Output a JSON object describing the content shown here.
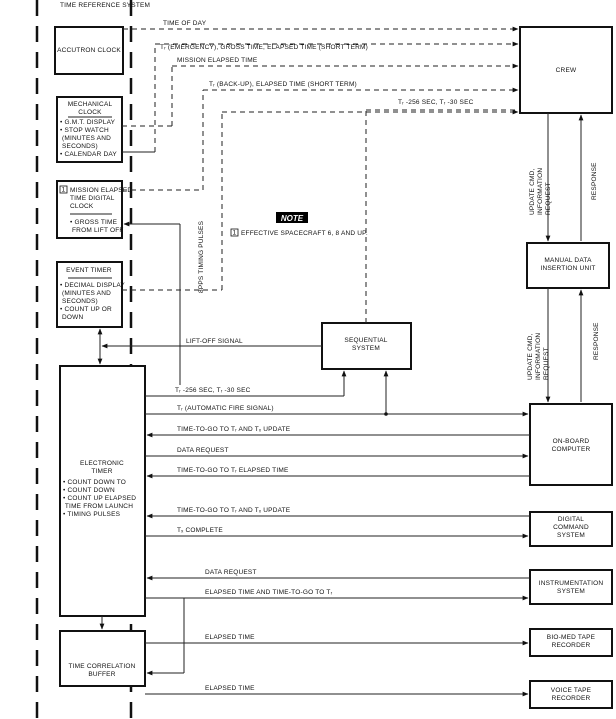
{
  "header": {
    "title": "TIME REFERENCE SYSTEM"
  },
  "boxes": {
    "accutron": [
      "ACCUTRON CLOCK"
    ],
    "mechanical_title": [
      "MECHANICAL",
      "CLOCK"
    ],
    "mechanical_items": [
      "•  G.M.T. DISPLAY",
      "•  STOP WATCH",
      "   (MINUTES AND",
      "   SECONDS)",
      "•  CALENDAR DAY"
    ],
    "met_marker": "1",
    "met_title": [
      "MISSION ELAPSED",
      "TIME DIGITAL",
      "CLOCK"
    ],
    "met_items": [
      "• GROSS TIME",
      "  FROM LIFT OFF"
    ],
    "event_title": [
      "EVENT TIMER"
    ],
    "event_items": [
      "•  DECIMAL DISPLAY",
      "   (MINUTES AND",
      "   SECONDS)",
      "•  COUNT UP OR",
      "   DOWN"
    ],
    "electronic_title": [
      "ELECTRONIC",
      "TIMER"
    ],
    "electronic_items": [
      "•  COUNT DOWN TO",
      "•  COUNT DOWN",
      "•  COUNT UP ELAPSED",
      "   TIME FROM LAUNCH",
      "•  TIMING PULSES"
    ],
    "time_corr": [
      "TIME CORRELATION",
      "BUFFER"
    ],
    "crew": [
      "CREW"
    ],
    "mdiu": [
      "MANUAL DATA",
      "INSERTION UNIT"
    ],
    "sequential": [
      "SEQUENTIAL",
      "SYSTEM"
    ],
    "obc": [
      "ON-BOARD",
      "COMPUTER"
    ],
    "dcs": [
      "DIGITAL",
      "COMMAND",
      "SYSTEM"
    ],
    "instr": [
      "INSTRUMENTATION",
      "SYSTEM"
    ],
    "biomed": [
      "BIO-MED TAPE",
      "RECORDER"
    ],
    "voice": [
      "VOICE TAPE",
      "RECORDER"
    ]
  },
  "note": {
    "label": "NOTE",
    "marker": "1",
    "text": "EFFECTIVE SPACECRAFT 6, 8 AND UP."
  },
  "signals": {
    "time_of_day": "TIME OF DAY",
    "tr_emergency": "Tᵣ (EMERGENCY), GROSS TIME, ELAPSED TIME (SHORT TERM)",
    "mission_elapsed": "MISSION ELAPSED TIME",
    "tr_backup": "Tᵣ (BACK-UP), ELAPSED TIME (SHORT TERM)",
    "tr_seq_top": "Tᵣ -256 SEC, Tᵣ -30 SEC",
    "bpps": "8PPS TIMING PULSES",
    "liftoff": "LIFT-OFF SIGNAL",
    "tr_seq_bottom": "Tᵣ -256 SEC, Tᵣ -30 SEC",
    "auto_fire": "Tᵣ (AUTOMATIC FIRE SIGNAL)",
    "ttg_update_1": "TIME-TO-GO TO Tᵣ AND Tₓ UPDATE",
    "data_request_1": "DATA REQUEST",
    "ttg_elapsed": "TIME-TO-GO TO Tᵣ ELAPSED TIME",
    "ttg_update_2": "TIME-TO-GO TO Tᵣ AND Tₓ UPDATE",
    "tx_complete": "Tₓ COMPLETE",
    "data_request_2": "DATA REQUEST",
    "elapsed_ttg": "ELAPSED TIME AND TIME-TO-GO TO Tᵣ",
    "elapsed_1": "ELAPSED TIME",
    "elapsed_2": "ELAPSED TIME",
    "crew_update": [
      "UPDATE CMD,",
      "INFORMATION",
      "REQUEST"
    ],
    "crew_response": "RESPONSE",
    "mdiu_update": [
      "UPDATE CMD,",
      "INFORMATION",
      "REQUEST"
    ],
    "mdiu_response": "RESPONSE"
  }
}
